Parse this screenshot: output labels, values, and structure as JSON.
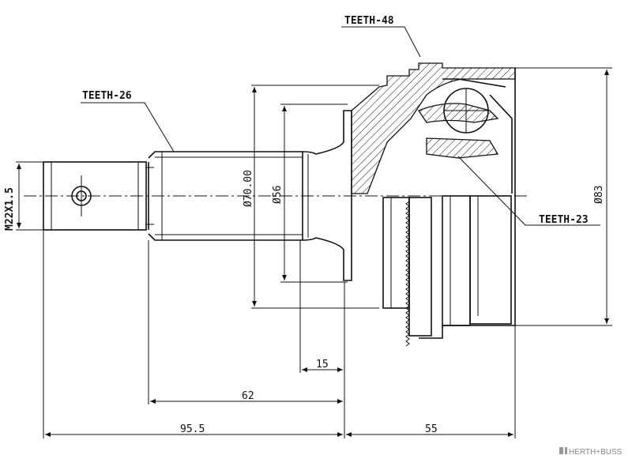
{
  "labels": {
    "teeth_outer": "TEETH-48",
    "teeth_spline": "TEETH-26",
    "teeth_inner": "TEETH-23",
    "thread": "M22X1.5",
    "dia_collar": "Ø70.00",
    "dia_shaft": "Ø56",
    "dia_housing": "Ø83"
  },
  "dimensions": {
    "d15": "15",
    "d62": "62",
    "d95": "95.5",
    "d55": "55"
  },
  "watermark": {
    "brand": "HERTH+BUSS"
  },
  "colors": {
    "line": "#111111",
    "background": "#ffffff"
  }
}
